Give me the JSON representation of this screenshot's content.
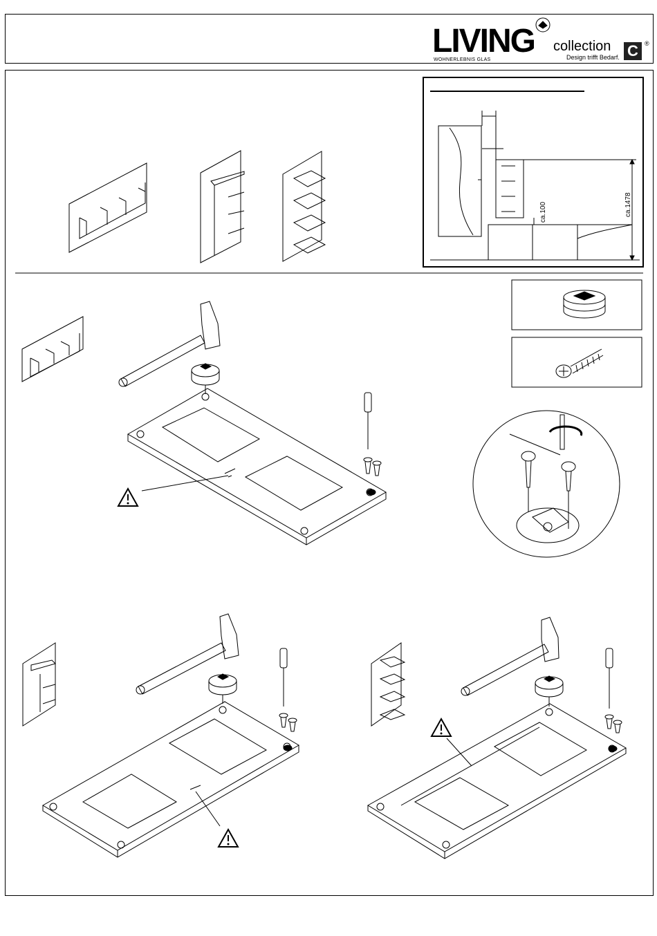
{
  "header": {
    "brand": "LIVING",
    "tagline": "WOHNERLEBNIS GLAS",
    "collection": "collection",
    "slogan": "Design trifft Bedarf.",
    "badge": "C",
    "registered": "®"
  },
  "dimension_panel": {
    "distance_label": "ca.100",
    "height_label": "ca.1478"
  },
  "icons": [
    "hammer-icon",
    "screwdriver-icon",
    "warning-icon",
    "cam-connector-icon",
    "screw-icon",
    "rotate-arrow-icon"
  ]
}
